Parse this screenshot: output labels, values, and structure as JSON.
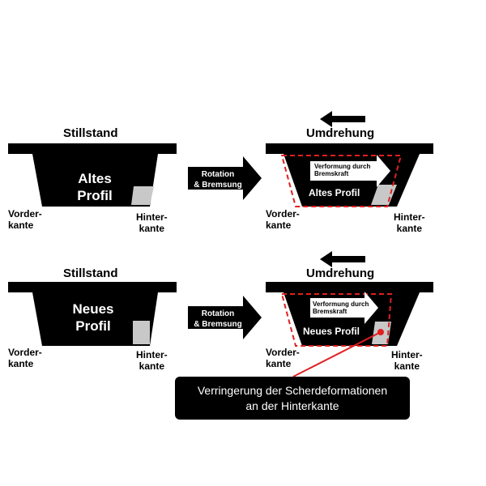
{
  "rows": [
    {
      "left_title": "Stillstand",
      "right_title": "Umdrehung",
      "left_profile_line1": "Altes",
      "left_profile_line2": "Profil",
      "right_profile": "Altes Profil",
      "middle_arrow_line1": "Rotation",
      "middle_arrow_line2": "& Bremsung",
      "deform_line1": "Verformung durch",
      "deform_line2": "Bremskraft",
      "leading_edge_line1": "Vorder-",
      "leading_edge_line2": "kante",
      "trailing_edge_line1": "Hinter-",
      "trailing_edge_line2": "kante"
    },
    {
      "left_title": "Stillstand",
      "right_title": "Umdrehung",
      "left_profile_line1": "Neues",
      "left_profile_line2": "Profil",
      "right_profile": "Neues Profil",
      "middle_arrow_line1": "Rotation",
      "middle_arrow_line2": "& Bremsung",
      "deform_line1": "Verformung durch",
      "deform_line2": "Bremskraft",
      "leading_edge_line1": "Vorder-",
      "leading_edge_line2": "kante",
      "trailing_edge_line1": "Hinter-",
      "trailing_edge_line2": "kante"
    }
  ],
  "callout": {
    "line1": "Verringerung der Scherdeformationen",
    "line2": "an der Hinterkante"
  },
  "colors": {
    "profile": "#000000",
    "highlight": "#c8c8c8",
    "deformation": "#e0201f",
    "arrow_text": "#ffffff"
  }
}
